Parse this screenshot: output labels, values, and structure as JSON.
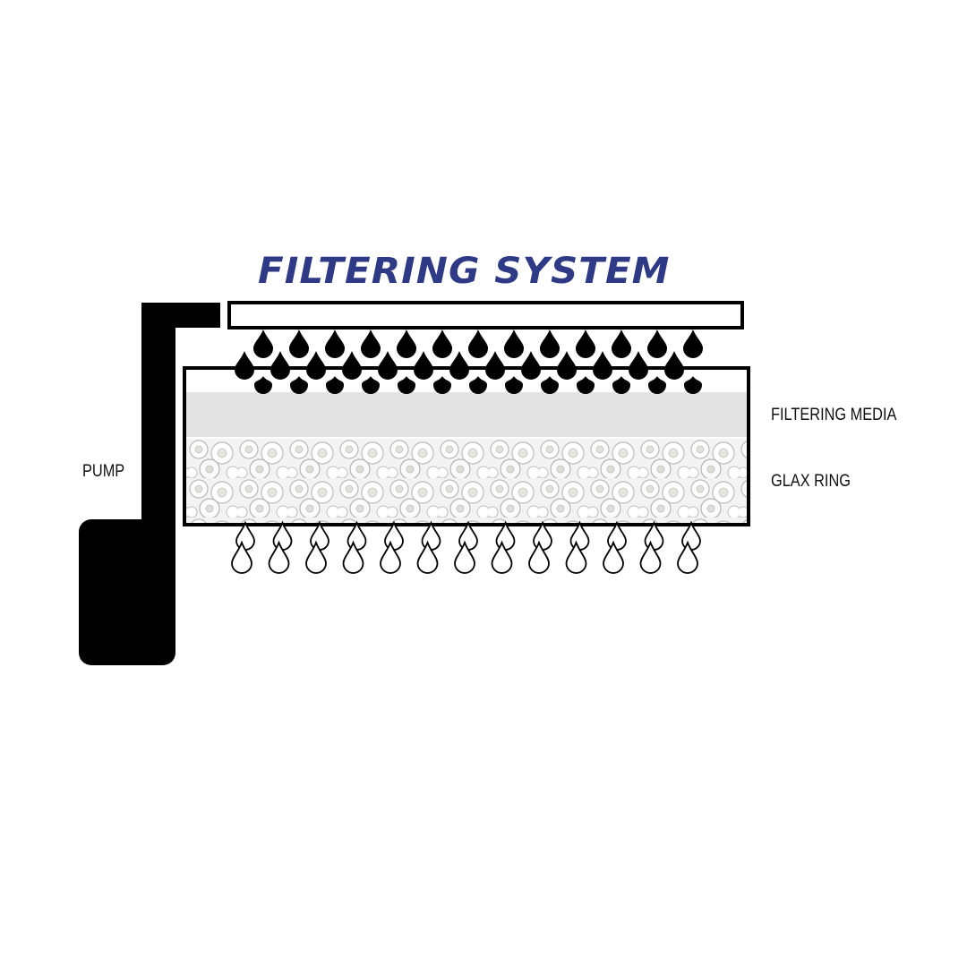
{
  "diagram": {
    "title": "FILTERING SYSTEM",
    "labels": {
      "filtering_media": "FILTERING MEDIA",
      "glax_ring": "GLAX RING",
      "pump": "PUMP"
    },
    "colors": {
      "title": "#2e3a86",
      "outline": "#000000",
      "filtering_media_fill": "#e4e4e4",
      "glax_ring_fill": "#f2f2f2",
      "drop_fill": "#000000",
      "drop_outline_fill": "#ffffff"
    },
    "icons": {
      "falling_drop": "water-drop-solid-icon",
      "outflow_drop": "water-drop-outline-icon"
    }
  }
}
